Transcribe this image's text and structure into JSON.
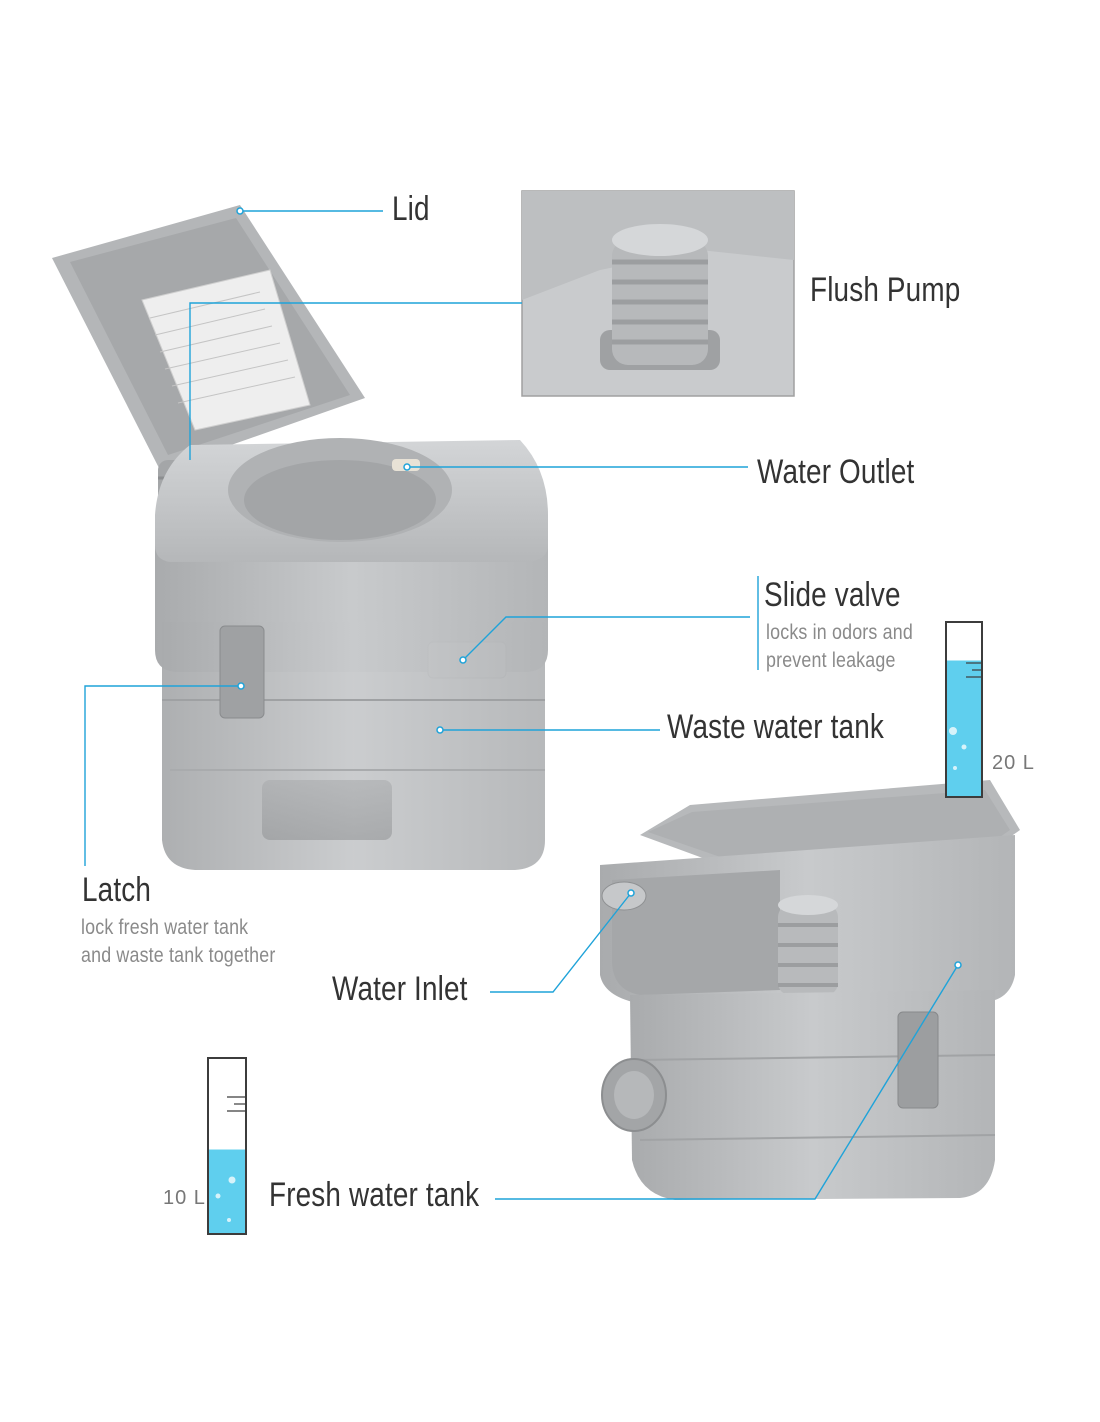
{
  "labels": {
    "lid": "Lid",
    "flush_pump": "Flush Pump",
    "water_outlet": "Water Outlet",
    "slide_valve": "Slide valve",
    "slide_valve_desc_1": "locks in odors and",
    "slide_valve_desc_2": "prevent leakage",
    "waste_water_tank": "Waste water tank",
    "latch": "Latch",
    "latch_desc_1": "lock fresh water tank",
    "latch_desc_2": "and waste tank together",
    "water_inlet": "Water Inlet",
    "fresh_water_tank": "Fresh water tank"
  },
  "tanks": {
    "waste": {
      "capacity": "20 L",
      "fill_fraction": 0.78
    },
    "fresh": {
      "capacity": "10 L",
      "fill_fraction": 0.48
    }
  },
  "colors": {
    "accent": "#1fa3d9",
    "water": "#5fcfee",
    "body_gray": "#bfc1c3",
    "dark_gray": "#9a9c9e"
  }
}
